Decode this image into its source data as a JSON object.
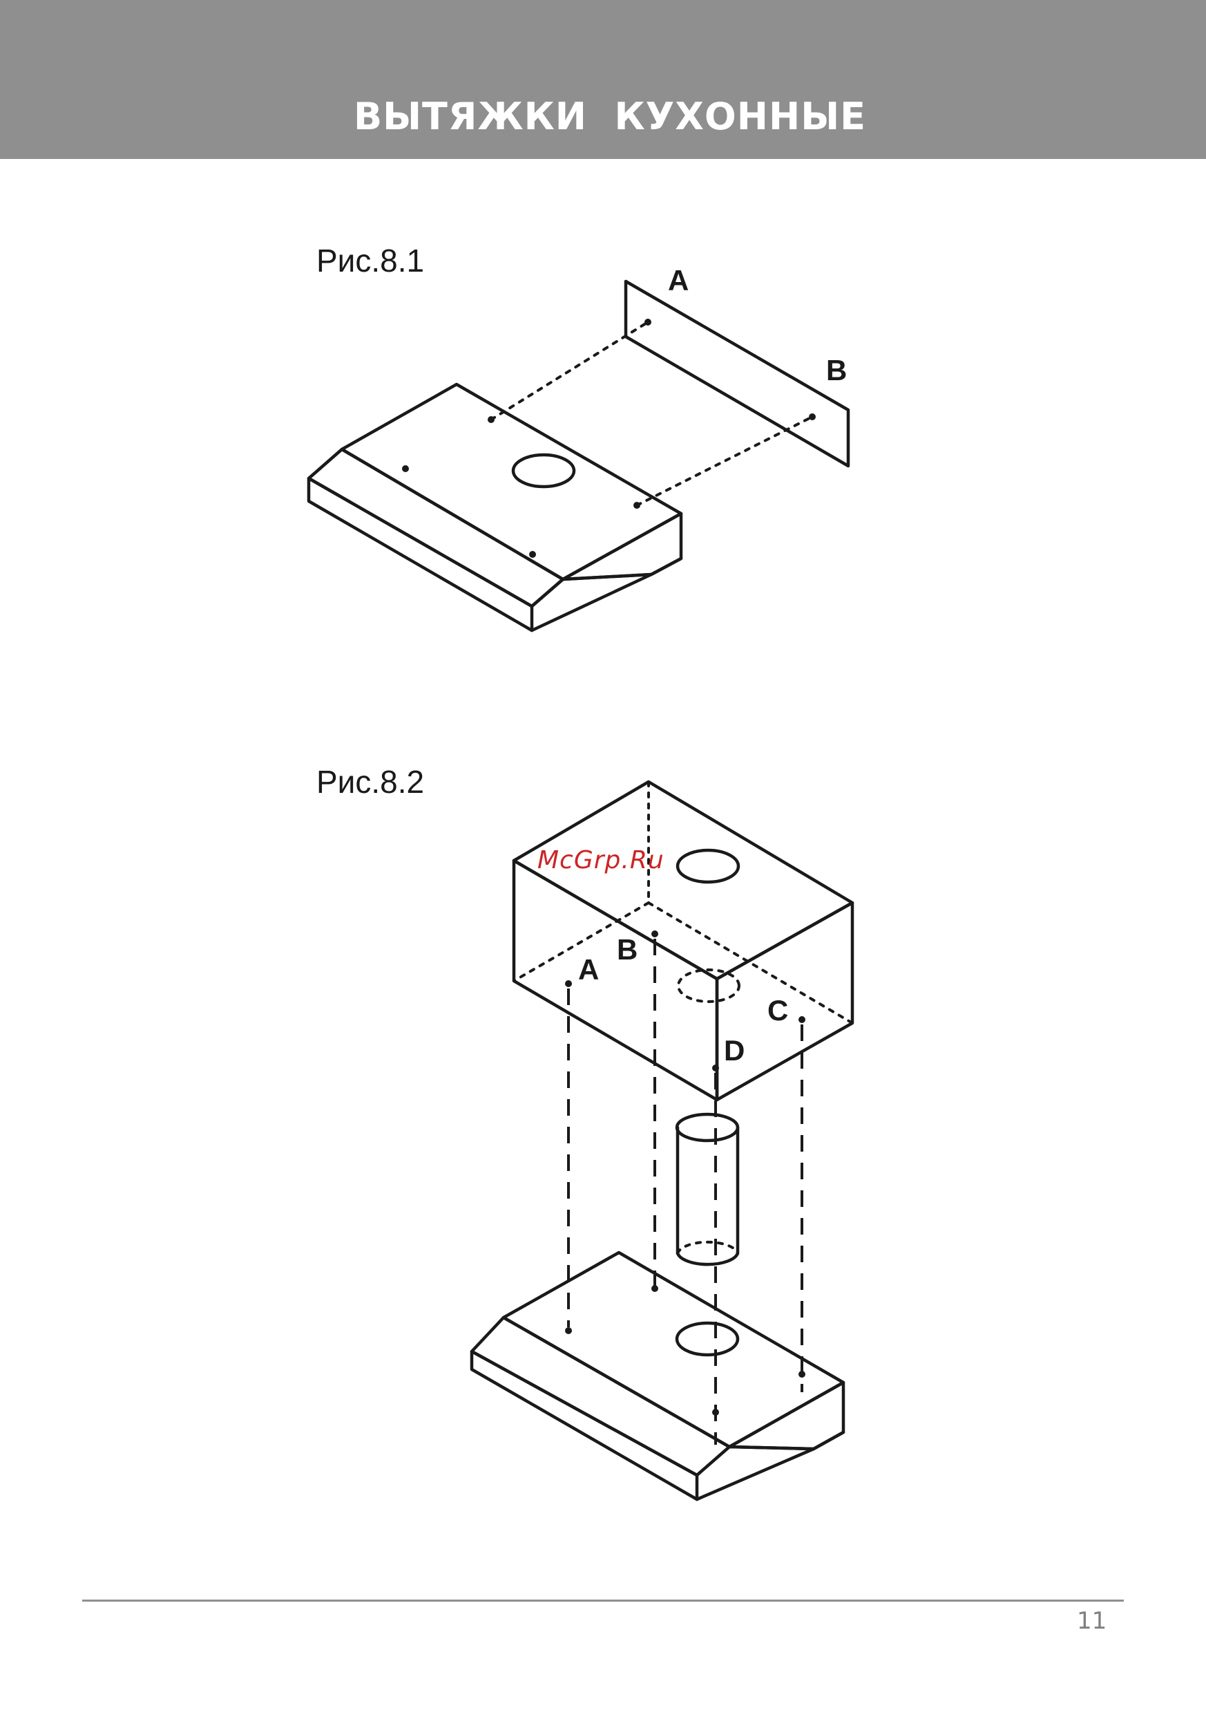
{
  "header": {
    "title": "ВЫТЯЖКИ  КУХОННЫЕ"
  },
  "figures": [
    {
      "caption": "Рис.8.1",
      "labels": [
        "A",
        "B"
      ]
    },
    {
      "caption": "Рис.8.2",
      "labels": [
        "A",
        "B",
        "C",
        "D"
      ]
    }
  ],
  "watermark": "McGrp.Ru",
  "footer": {
    "page_number": "11"
  },
  "colors": {
    "header_band": "#908f90",
    "line_art": "#1a1a1a",
    "watermark": "#cc2525",
    "footer_rule": "#8f8f8f"
  }
}
